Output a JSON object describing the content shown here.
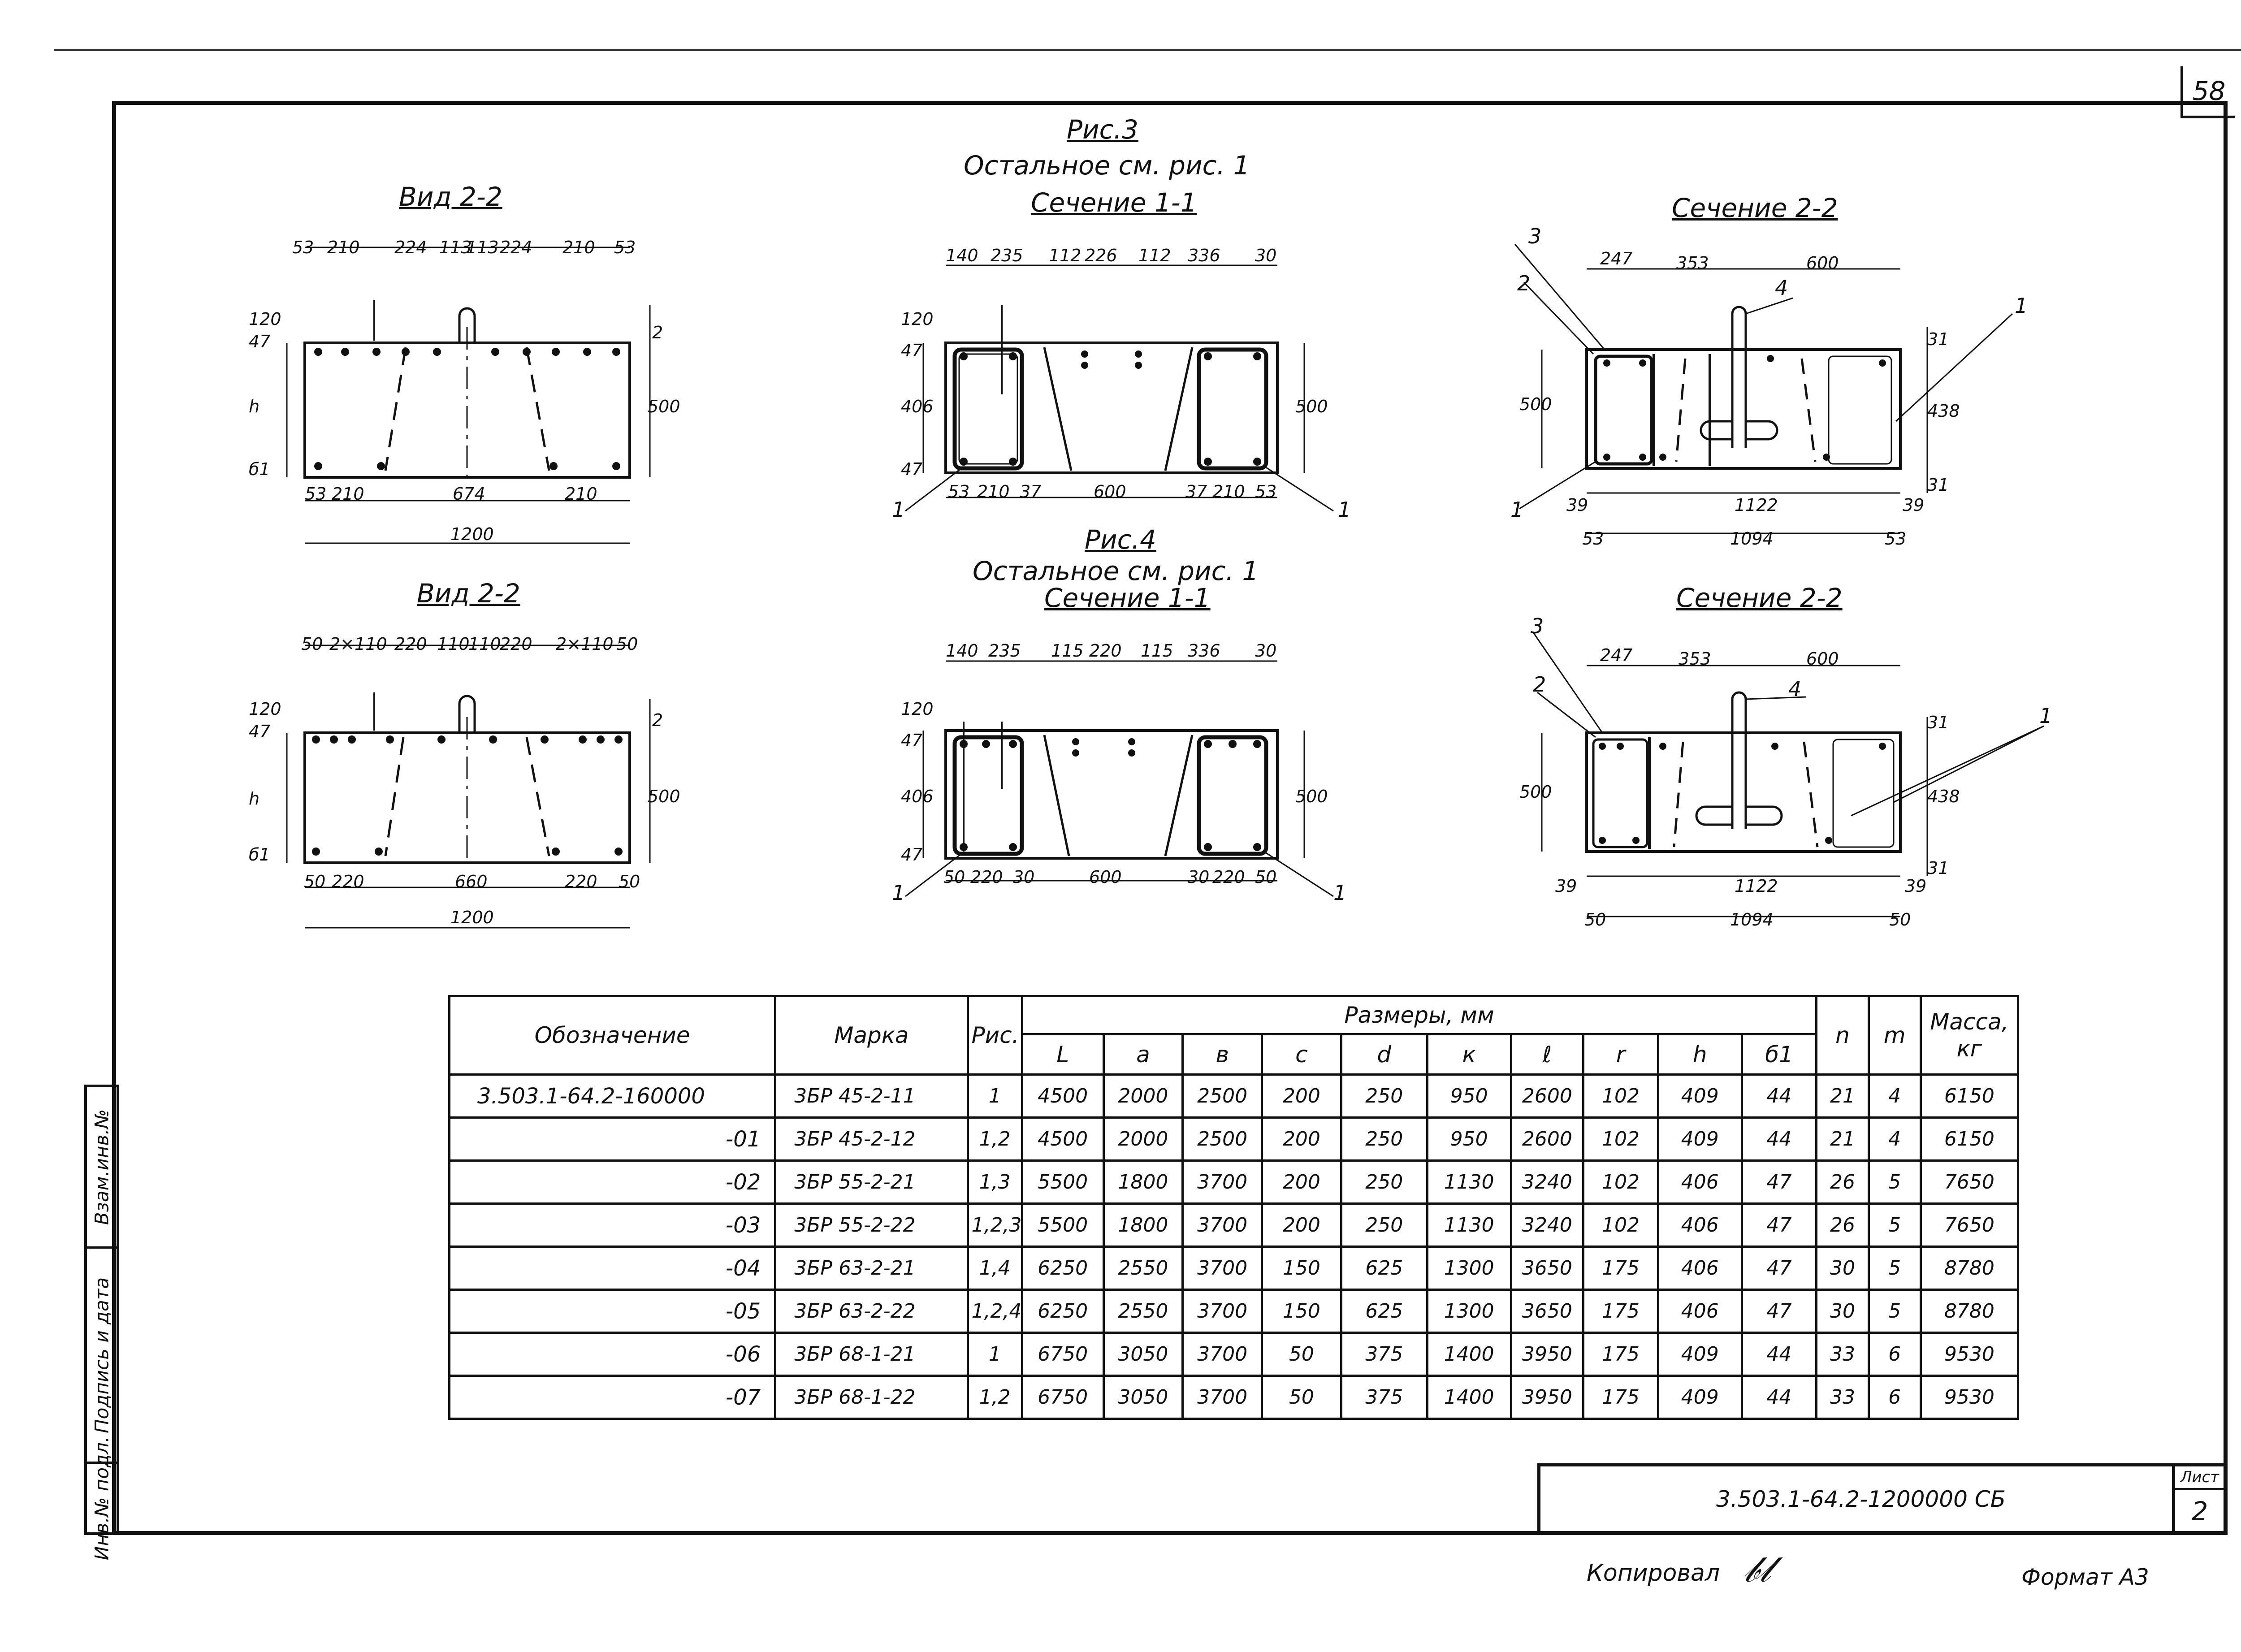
{
  "sheet_number_top": "58",
  "stamp_labels": [
    "Инв.№ подл.",
    "Подпись и дата",
    "Взам.инв.№"
  ],
  "fig3": {
    "title": "Рис.3",
    "note": "Остальное см. рис. 1",
    "view_title": "Вид 2-2",
    "section1_title": "Сечение 1-1",
    "section2_title": "Сечение 2-2",
    "view_dims_top": [
      "53",
      "210",
      "224",
      "113",
      "113",
      "224",
      "210",
      "53"
    ],
    "view_dims_bottom": [
      "53",
      "210",
      "674",
      "210"
    ],
    "view_dims_total": "1200",
    "view_dims_left": [
      "47",
      "120",
      "h",
      "б1"
    ],
    "view_dim_right_top": "2",
    "view_dim_right": "500",
    "sec1_dims_top": [
      "140",
      "235",
      "112",
      "226",
      "112",
      "336",
      "30"
    ],
    "sec1_dims_left": [
      "47",
      "120",
      "406",
      "47"
    ],
    "sec1_dims_bottom": [
      "53",
      "210",
      "37",
      "600",
      "37",
      "210",
      "53"
    ],
    "sec1_dim_right": "500",
    "sec1_callouts": [
      "1",
      "1"
    ],
    "sec2_dims_top": [
      "247",
      "353",
      "600"
    ],
    "sec2_dims_left": [
      "500"
    ],
    "sec2_dims_right": [
      "31",
      "438",
      "31"
    ],
    "sec2_dims_bottom": [
      "39",
      "1122",
      "39"
    ],
    "sec2_dims_bottom2": [
      "53",
      "1094",
      "53"
    ],
    "sec2_callouts": [
      "3",
      "2",
      "4",
      "1",
      "1"
    ]
  },
  "fig4": {
    "title": "Рис.4",
    "note": "Остальное см. рис. 1",
    "view_title": "Вид 2-2",
    "section1_title": "Сечение 1-1",
    "section2_title": "Сечение 2-2",
    "view_dims_top": [
      "50",
      "2×110",
      "220",
      "110",
      "110",
      "220",
      "2×110",
      "50"
    ],
    "view_dims_bottom": [
      "50",
      "220",
      "660",
      "220",
      "50"
    ],
    "view_dims_total": "1200",
    "view_dims_left": [
      "47",
      "120",
      "h",
      "б1"
    ],
    "view_dim_right_top": "2",
    "view_dim_right": "500",
    "sec1_dims_top": [
      "140",
      "235",
      "115",
      "220",
      "115",
      "336",
      "30"
    ],
    "sec1_dims_left": [
      "47",
      "120",
      "406",
      "47"
    ],
    "sec1_dims_bottom": [
      "50",
      "220",
      "30",
      "600",
      "30",
      "220",
      "50"
    ],
    "sec1_dim_right": "500",
    "sec1_callouts": [
      "1",
      "1"
    ],
    "sec2_dims_top": [
      "247",
      "353",
      "600"
    ],
    "sec2_dims_left": [
      "500"
    ],
    "sec2_dims_right": [
      "31",
      "438",
      "31"
    ],
    "sec2_dims_bottom": [
      "39",
      "1122",
      "39"
    ],
    "sec2_dims_bottom2": [
      "50",
      "1094",
      "50"
    ],
    "sec2_callouts": [
      "3",
      "2",
      "4",
      "1"
    ]
  },
  "table": {
    "headers": {
      "designation": "Обозначение",
      "mark": "Марка",
      "fig": "Рис.",
      "sizes_group": "Размеры, мм",
      "mass": "Масса, кг",
      "size_cols": [
        "L",
        "a",
        "в",
        "c",
        "d",
        "к",
        "ℓ",
        "r",
        "h",
        "б1"
      ],
      "n": "n",
      "m": "m"
    },
    "rows": [
      [
        "3.503.1-64.2-160000",
        "3БР 45-2-11",
        "1",
        "4500",
        "2000",
        "2500",
        "200",
        "250",
        "950",
        "2600",
        "102",
        "409",
        "44",
        "21",
        "4",
        "6150"
      ],
      [
        "-01",
        "3БР 45-2-12",
        "1,2",
        "4500",
        "2000",
        "2500",
        "200",
        "250",
        "950",
        "2600",
        "102",
        "409",
        "44",
        "21",
        "4",
        "6150"
      ],
      [
        "-02",
        "3БР 55-2-21",
        "1,3",
        "5500",
        "1800",
        "3700",
        "200",
        "250",
        "1130",
        "3240",
        "102",
        "406",
        "47",
        "26",
        "5",
        "7650"
      ],
      [
        "-03",
        "3БР 55-2-22",
        "1,2,3",
        "5500",
        "1800",
        "3700",
        "200",
        "250",
        "1130",
        "3240",
        "102",
        "406",
        "47",
        "26",
        "5",
        "7650"
      ],
      [
        "-04",
        "3БР 63-2-21",
        "1,4",
        "6250",
        "2550",
        "3700",
        "150",
        "625",
        "1300",
        "3650",
        "175",
        "406",
        "47",
        "30",
        "5",
        "8780"
      ],
      [
        "-05",
        "3БР 63-2-22",
        "1,2,4",
        "6250",
        "2550",
        "3700",
        "150",
        "625",
        "1300",
        "3650",
        "175",
        "406",
        "47",
        "30",
        "5",
        "8780"
      ],
      [
        "-06",
        "3БР 68-1-21",
        "1",
        "6750",
        "3050",
        "3700",
        "50",
        "375",
        "1400",
        "3950",
        "175",
        "409",
        "44",
        "33",
        "6",
        "9530"
      ],
      [
        "-07",
        "3БР 68-1-22",
        "1,2",
        "6750",
        "3050",
        "3700",
        "50",
        "375",
        "1400",
        "3950",
        "175",
        "409",
        "44",
        "33",
        "6",
        "9530"
      ]
    ]
  },
  "title_block": {
    "doc_code": "3.503.1-64.2-1200000 СБ",
    "list_label": "Лист",
    "list_number": "2"
  },
  "footer": {
    "copied_label": "Копировал",
    "format_label": "Формат А3"
  }
}
